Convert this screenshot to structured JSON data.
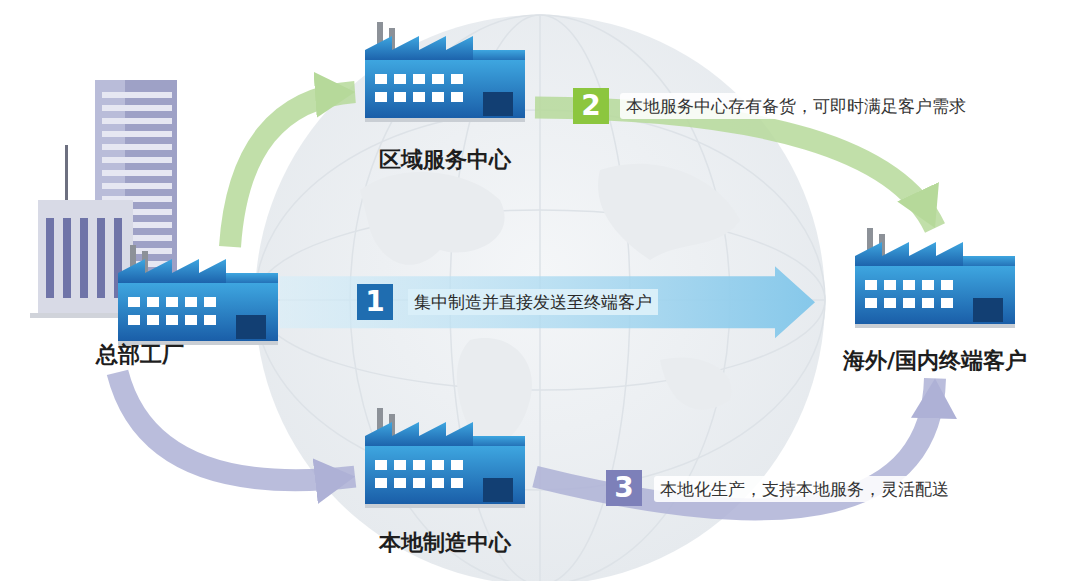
{
  "diagram": {
    "nodes": [
      {
        "text": [
          "区域服务中心"
        ]
      },
      {
        "text": [
          "总部工厂"
        ]
      },
      {
        "text": [
          "海外/国内终端客户"
        ]
      },
      {
        "text": [
          "本地制造中心"
        ]
      }
    ],
    "edges": [
      {
        "from": 1,
        "to": 0,
        "arrow": "to"
      },
      {
        "from": 0,
        "to": 2,
        "arrow": "to"
      },
      {
        "from": 1,
        "to": 2,
        "label": "集中制造并直接发送至终端客户",
        "arrow": "to"
      },
      {
        "from": 1,
        "to": 3,
        "arrow": "to"
      },
      {
        "from": 3,
        "to": 2,
        "arrow": "to"
      }
    ],
    "labels": [
      "2",
      "本地服务中心存有备货，可即时满足客户需求",
      "1",
      "3",
      "本地化生产，支持本地服务，灵活配送"
    ]
  }
}
